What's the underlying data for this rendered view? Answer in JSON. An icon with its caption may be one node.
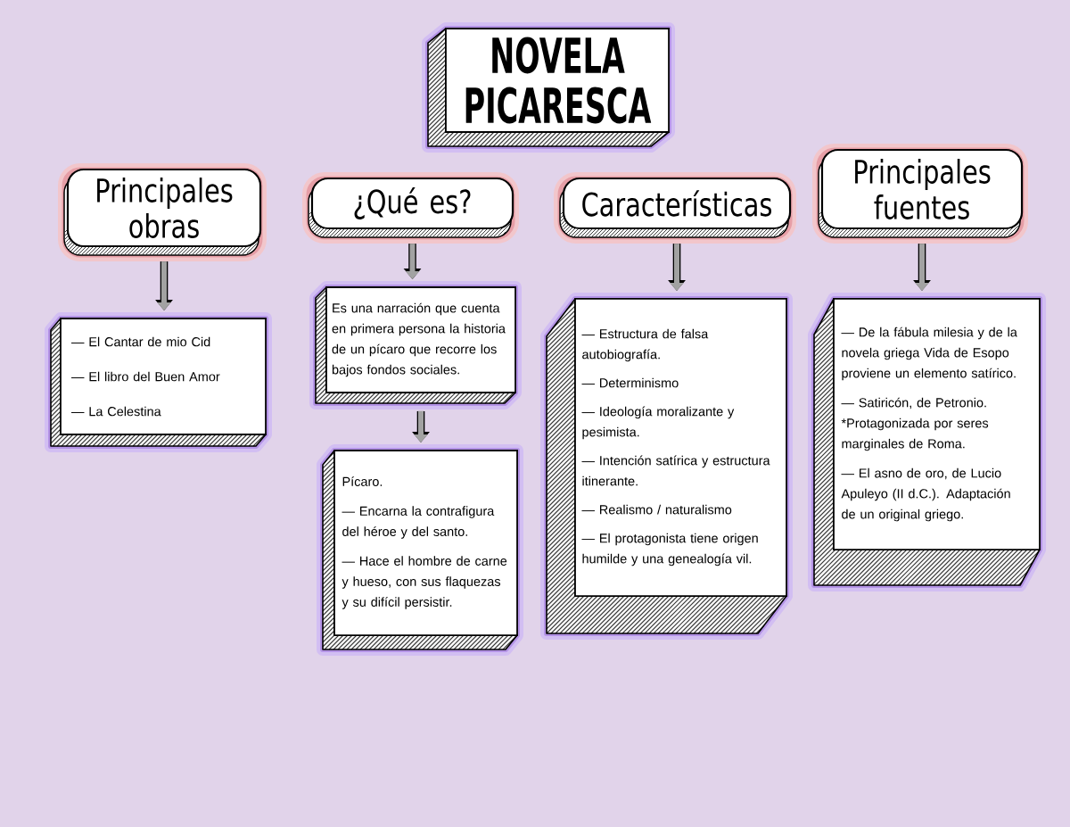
{
  "diagram": {
    "nodes": [
      {
        "text": [
          "NOVELA PICARESCA"
        ]
      },
      {
        "text": [
          "Principales obras"
        ]
      },
      {
        "text": [
          "¿Qué es?"
        ]
      },
      {
        "text": [
          "Características"
        ]
      },
      {
        "text": [
          "Principales fuentes"
        ]
      },
      {
        "text": [
          "— El Cantar de mio Cid",
          "— El libro del Buen Amor",
          "— La Celestina"
        ]
      },
      {
        "text": [
          "Es una narración que cuenta en primera persona la historia de un pícaro que recorre los bajos fondos sociales."
        ]
      },
      {
        "text": [
          "Pícaro.",
          "— Encarna la contrafigura del héroe y del santo.",
          "— Hace el hombre de carne y hueso, con sus flaquezas y su difícil persistir."
        ]
      },
      {
        "text": [
          "— Estructura de falsa autobiografía.",
          "— Determinismo",
          "— Ideología moralizante y pesimista.",
          "— Intención satírica y estructura itinerante.",
          "— Realismo / naturalismo",
          "— El protagonista tiene origen humilde y una genealogía vil."
        ]
      },
      {
        "text": [
          "— De la fábula milesia y de la novela griega Vida de Esopo proviene un elemento satírico.",
          "— Satiricón, de Petronio. *Protagonizada por seres marginales de Roma.",
          "— El asno de oro, de Lucio Apuleyo (II d.C.). Adaptación de un original griego."
        ]
      }
    ],
    "edges": [
      {
        "from": 1,
        "to": 5,
        "arrow": "to"
      },
      {
        "from": 2,
        "to": 6,
        "arrow": "to"
      },
      {
        "from": 6,
        "to": 7,
        "arrow": "to"
      },
      {
        "from": 3,
        "to": 8,
        "arrow": "to"
      },
      {
        "from": 4,
        "to": 9,
        "arrow": "to"
      }
    ]
  }
}
